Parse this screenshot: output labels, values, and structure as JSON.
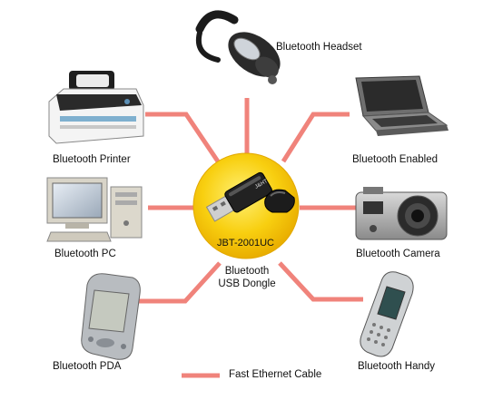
{
  "hub": {
    "model": "JBT-2001UC",
    "caption_line1": "Bluetooth",
    "caption_line2": "USB Dongle",
    "dongle_brand": "J&HT"
  },
  "devices": {
    "headset": "Bluetooth Headset",
    "printer": "Bluetooth Printer",
    "enabled": "Bluetooth Enabled",
    "pc": "Bluetooth PC",
    "camera": "Bluetooth Camera",
    "pda": "Bluetooth PDA",
    "handy": "Bluetooth Handy"
  },
  "legend": {
    "label": "Fast Ethernet Cable"
  },
  "colors": {
    "cable": "#f0837b",
    "hub_fill": "#f5c400",
    "hub_edge": "#e2a800"
  }
}
